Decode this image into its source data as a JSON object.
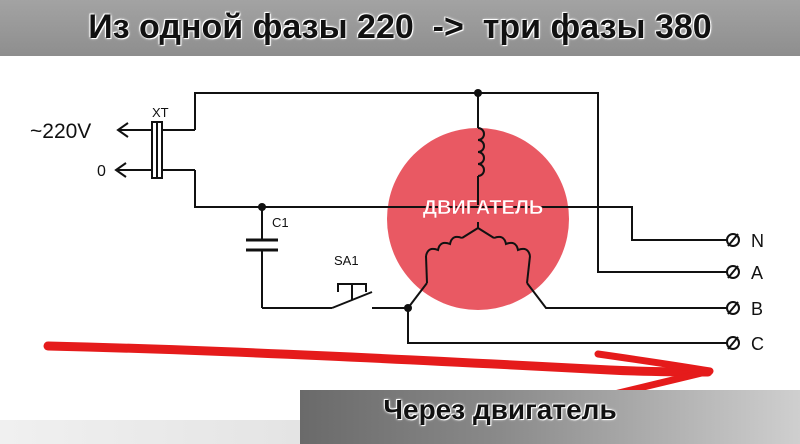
{
  "title": "Из одной фазы 220  ->  три фазы 380",
  "caption": "Через двигатель",
  "labels": {
    "supply": "~220V",
    "supply_zero": "0",
    "terminal_block": "XT",
    "capacitor": "C1",
    "switch": "SA1",
    "motor": "ДВИГАТЕЛЬ"
  },
  "terminals": [
    "N",
    "A",
    "B",
    "C"
  ],
  "colors": {
    "motor_fill": "#e8505b",
    "arrow": "#e51b1b",
    "wire": "#111111"
  }
}
